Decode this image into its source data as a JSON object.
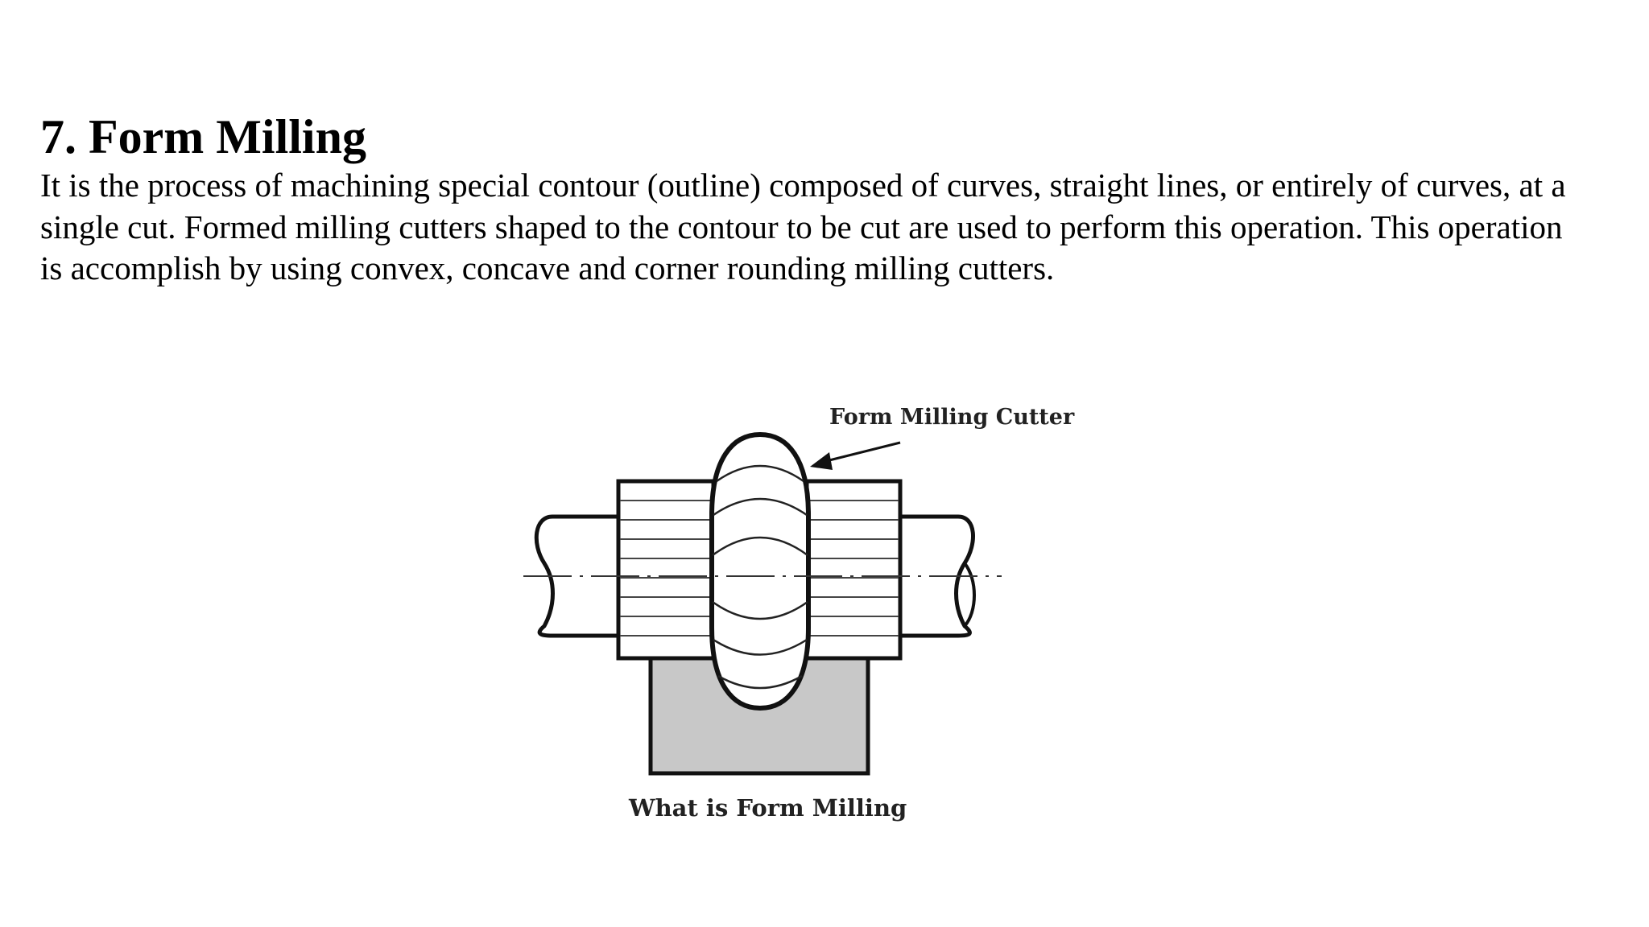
{
  "section": {
    "heading": "7. Form Milling",
    "paragraph_lines": [
      "It is the process of machining special contour (outline) composed of curves, straight lines, or entirely of curves, at a",
      "single cut. Formed milling cutters shaped to the contour to be cut are used to perform this operation. This operation",
      "is accomplish by using convex, concave and corner rounding milling cutters."
    ]
  },
  "figure": {
    "cutter_label": "Form Milling Cutter",
    "caption": "What is Form Milling",
    "workpiece_color": "#c8c8c8",
    "line_color": "#111111"
  }
}
